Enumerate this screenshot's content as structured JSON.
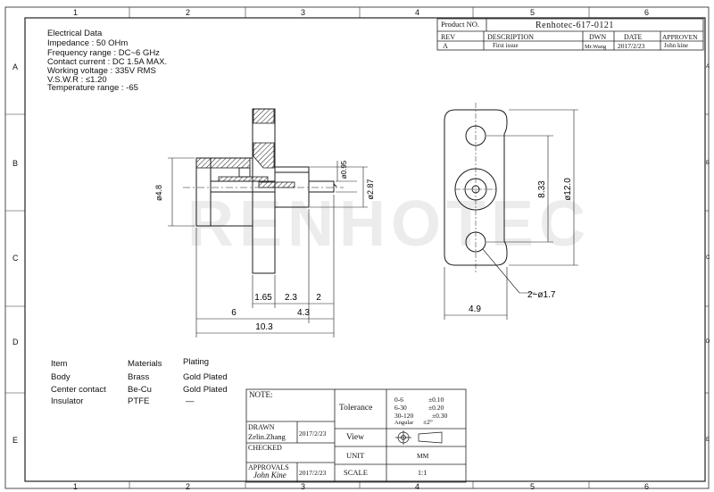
{
  "border": {
    "columns_top": [
      "1",
      "2",
      "3",
      "4",
      "5",
      "6"
    ],
    "columns_bottom": [
      "1",
      "2",
      "3",
      "4",
      "5",
      "6"
    ],
    "rows_left": [
      "A",
      "B",
      "C",
      "D",
      "E"
    ],
    "rows_right": [
      "A",
      "B",
      "C",
      "D",
      "E"
    ]
  },
  "title_block": {
    "product_no_label": "Product NO.",
    "product_no_value": "Renhotec-617-0121",
    "headers": [
      "REV",
      "DESCRIPTION",
      "DWN",
      "DATE",
      "APPROVEN"
    ],
    "row": [
      "A",
      "First issue",
      "Mr.Wang",
      "2017/2/23",
      "John kine"
    ]
  },
  "electrical_data": {
    "heading": "Electrical Data",
    "lines": [
      "Impedance : 50 OHm",
      "Frequency range : DC~6 GHz",
      "Contact current : DC 1.5A MAX.",
      "Working voltage   : 335V RMS",
      "V.S.W.R : ≤1.20",
      "Temperature range : -65"
    ]
  },
  "dimensions": {
    "d48": "ø4.8",
    "d095": "ø0.95",
    "d287": "ø2.87",
    "w165": "1.65",
    "w23": "2.3",
    "w2": "2",
    "w6": "6",
    "w43": "4.3",
    "w103": "10.3",
    "h833": "8.33",
    "d120": "ø12.0",
    "holes": "2−ø1.7",
    "w49": "4.9"
  },
  "materials": {
    "headers": [
      "Item",
      "Materials",
      "Plating"
    ],
    "rows": [
      [
        "Body",
        "Brass",
        "Gold Plated"
      ],
      [
        "Center contact",
        "Be-Cu",
        "Gold Plated"
      ],
      [
        "Insulator",
        "PTFE",
        "—"
      ]
    ]
  },
  "bottom_block": {
    "note_label": "NOTE:",
    "tolerance_label": "Tolerance",
    "tolerance_rows": [
      [
        "0-6",
        "±0.10"
      ],
      [
        "6-30",
        "±0.20"
      ],
      [
        "30-120",
        "±0.30"
      ]
    ],
    "angular_label": "Angular",
    "angular_value": "±2°",
    "drawn_label": "DRAWN",
    "drawn_name": "Zelin.Zhang",
    "drawn_date": "2017/2/23",
    "view_label": "View",
    "checked_label": "CHECKED",
    "unit_label": "UNIT",
    "unit_value": "MM",
    "approvals_label": "APPROVALS",
    "approvals_name": "John Kine",
    "approvals_date": "2017/2/23",
    "scale_label": "SCALE",
    "scale_value": "1:1"
  },
  "colors": {
    "line": "#1a1a1a",
    "watermark": "#e9e9e9"
  }
}
